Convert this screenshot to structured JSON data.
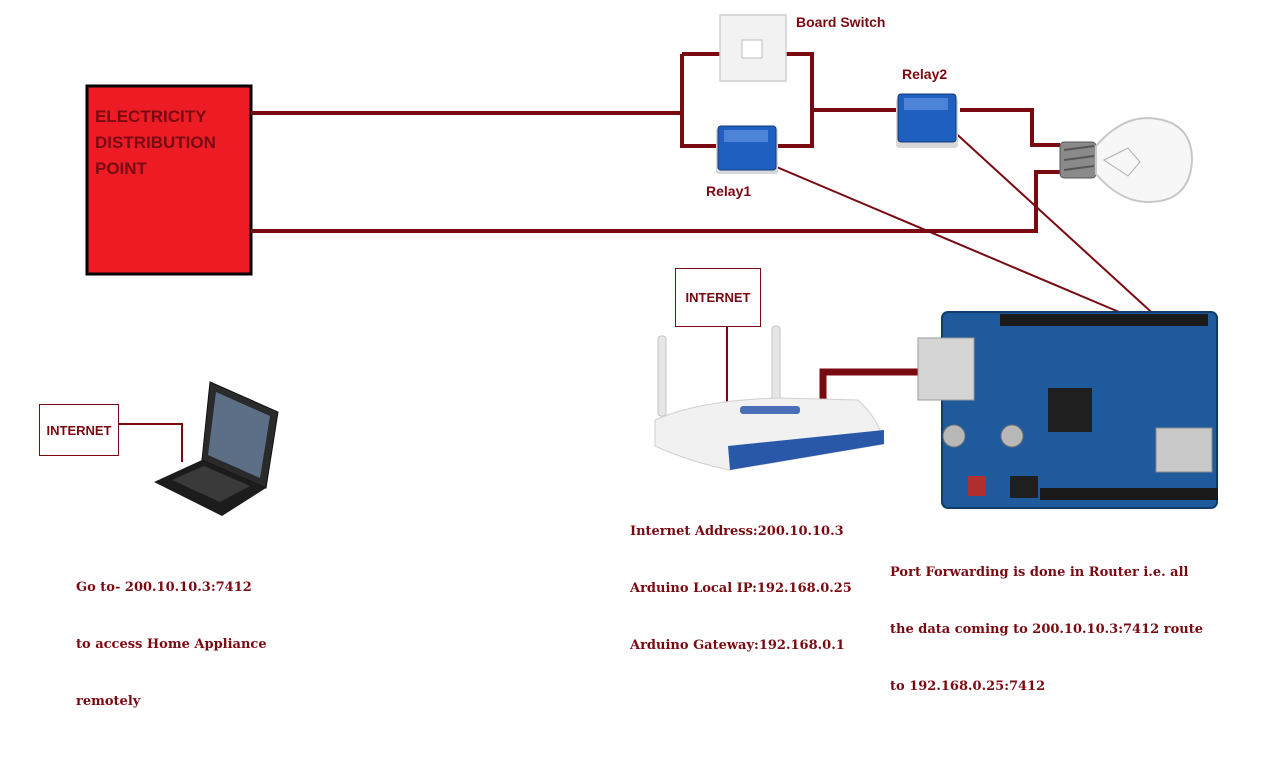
{
  "distribution_point": {
    "label": "ELECTRICITY DISTRIBUTION POINT",
    "fill": "#ed1c24"
  },
  "board_switch": {
    "label": "Board Switch"
  },
  "relay1": {
    "label": "Relay1"
  },
  "relay2": {
    "label": "Relay2"
  },
  "laptop": {
    "internet_label": "INTERNET",
    "caption": [
      "Go to- 200.10.10.3:7412",
      "to access Home Appliance",
      "remotely"
    ]
  },
  "router": {
    "internet_label": "INTERNET",
    "caption": [
      "Internet Address:200.10.10.3",
      "Arduino Local IP:192.168.0.25",
      "Arduino Gateway:192.168.0.1"
    ]
  },
  "arduino": {
    "caption": [
      "Port Forwarding is done in Router i.e. all",
      "the data coming to 200.10.10.3:7412 route",
      "to 192.168.0.25:7412"
    ]
  },
  "colors": {
    "wire": "#7a0a12",
    "relay": "#1f5fbf",
    "board": "#1e5a9c"
  }
}
